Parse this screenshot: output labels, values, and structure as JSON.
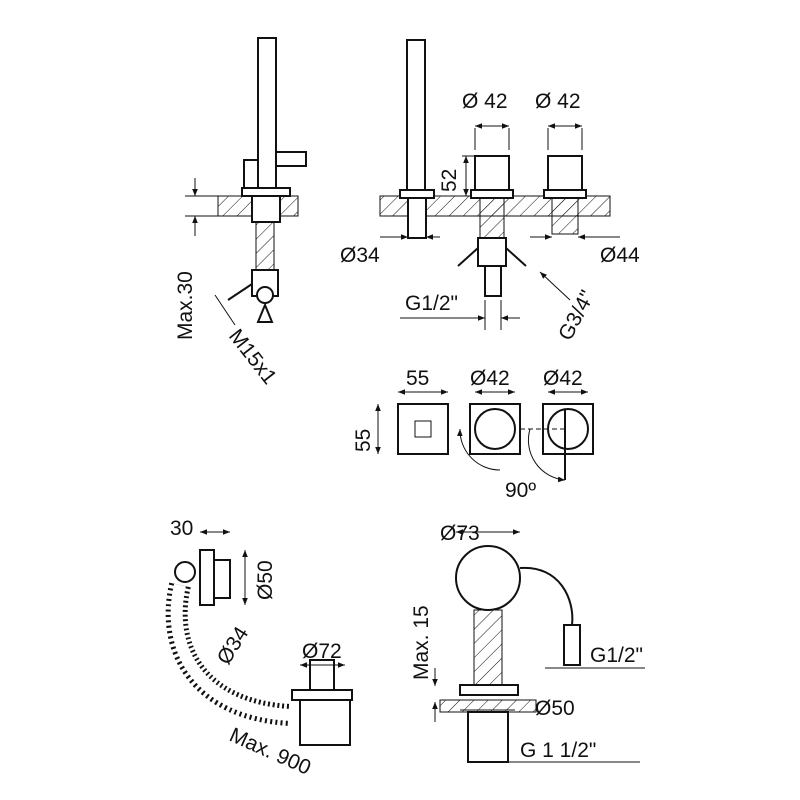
{
  "hand_shower_side": {
    "max_height": "Max.30",
    "thread": "M15x1"
  },
  "three_hole_front": {
    "dia_left": "Ø 42",
    "dia_right": "Ø 42",
    "height": "52",
    "hose_dia": "Ø34",
    "right_dia": "Ø44",
    "inlet_thread": "G1/2\"",
    "outlet_thread": "G3/4\""
  },
  "top_view": {
    "width": "55",
    "height": "55",
    "dia_mid": "Ø42",
    "dia_right": "Ø42",
    "rotation": "90º"
  },
  "drain_side": {
    "depth": "30",
    "overflow_dia": "Ø50",
    "hose_dia": "Ø34",
    "plug_dia": "Ø72",
    "hose_length": "Max. 900"
  },
  "drain_front": {
    "top_dia": "Ø73",
    "max_height": "Max. 15",
    "inlet_thread": "G1/2\"",
    "flange_dia": "Ø50",
    "waste_thread": "G 1 1/2\""
  }
}
